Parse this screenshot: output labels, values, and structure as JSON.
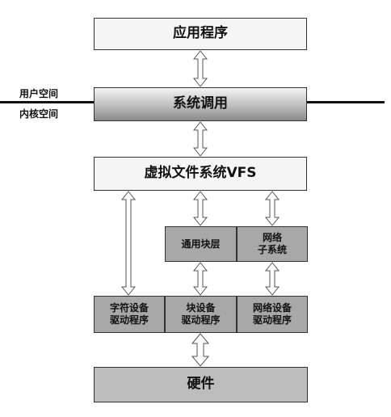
{
  "boundary": {
    "user_space": "用户空间",
    "kernel_space": "内核空间"
  },
  "blocks": {
    "application": "应用程序",
    "syscall": "系统调用",
    "vfs": "虚拟文件系统VFS",
    "generic_block": "通用块层",
    "network_line1": "网络",
    "network_line2": "子系统",
    "char_driver_line1": "字符设备",
    "char_driver_line2": "驱动程序",
    "block_driver_line1": "块设备",
    "block_driver_line2": "驱动程序",
    "net_driver_line1": "网络设备",
    "net_driver_line2": "驱动程序",
    "hardware": "硬件"
  }
}
